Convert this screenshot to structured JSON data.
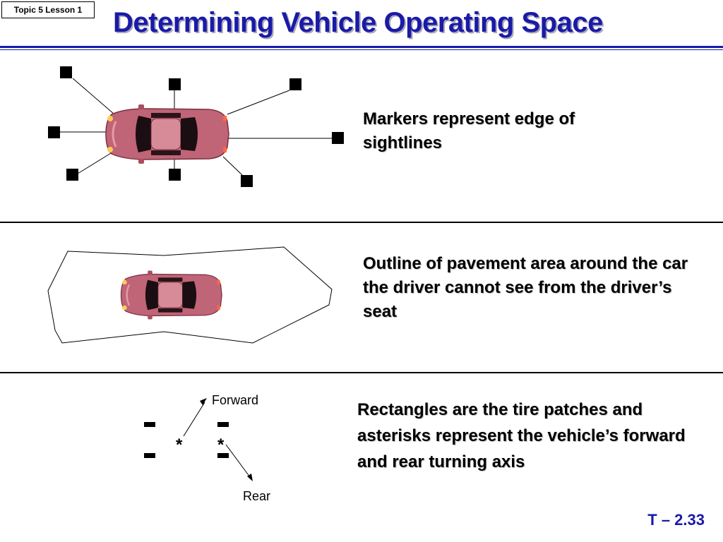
{
  "header": {
    "topic_label": "Topic 5 Lesson 1",
    "title": "Determining Vehicle Operating Space"
  },
  "panels": [
    {
      "caption": "Markers represent edge of sightlines"
    },
    {
      "caption": "Outline of pavement area around the car the driver cannot see from the driver’s seat"
    },
    {
      "caption": "Rectangles are the tire patches and asterisks represent the vehicle’s forward and rear turning axis"
    }
  ],
  "turning_diagram": {
    "forward_label": "Forward",
    "rear_label": "Rear",
    "axis_symbol": "*"
  },
  "footer": {
    "slide_number": "T – 2.33"
  },
  "colors": {
    "title": "#1a1aa8",
    "car_body": "#c06477",
    "car_glass": "#1a0e12",
    "marker": "#000000"
  }
}
